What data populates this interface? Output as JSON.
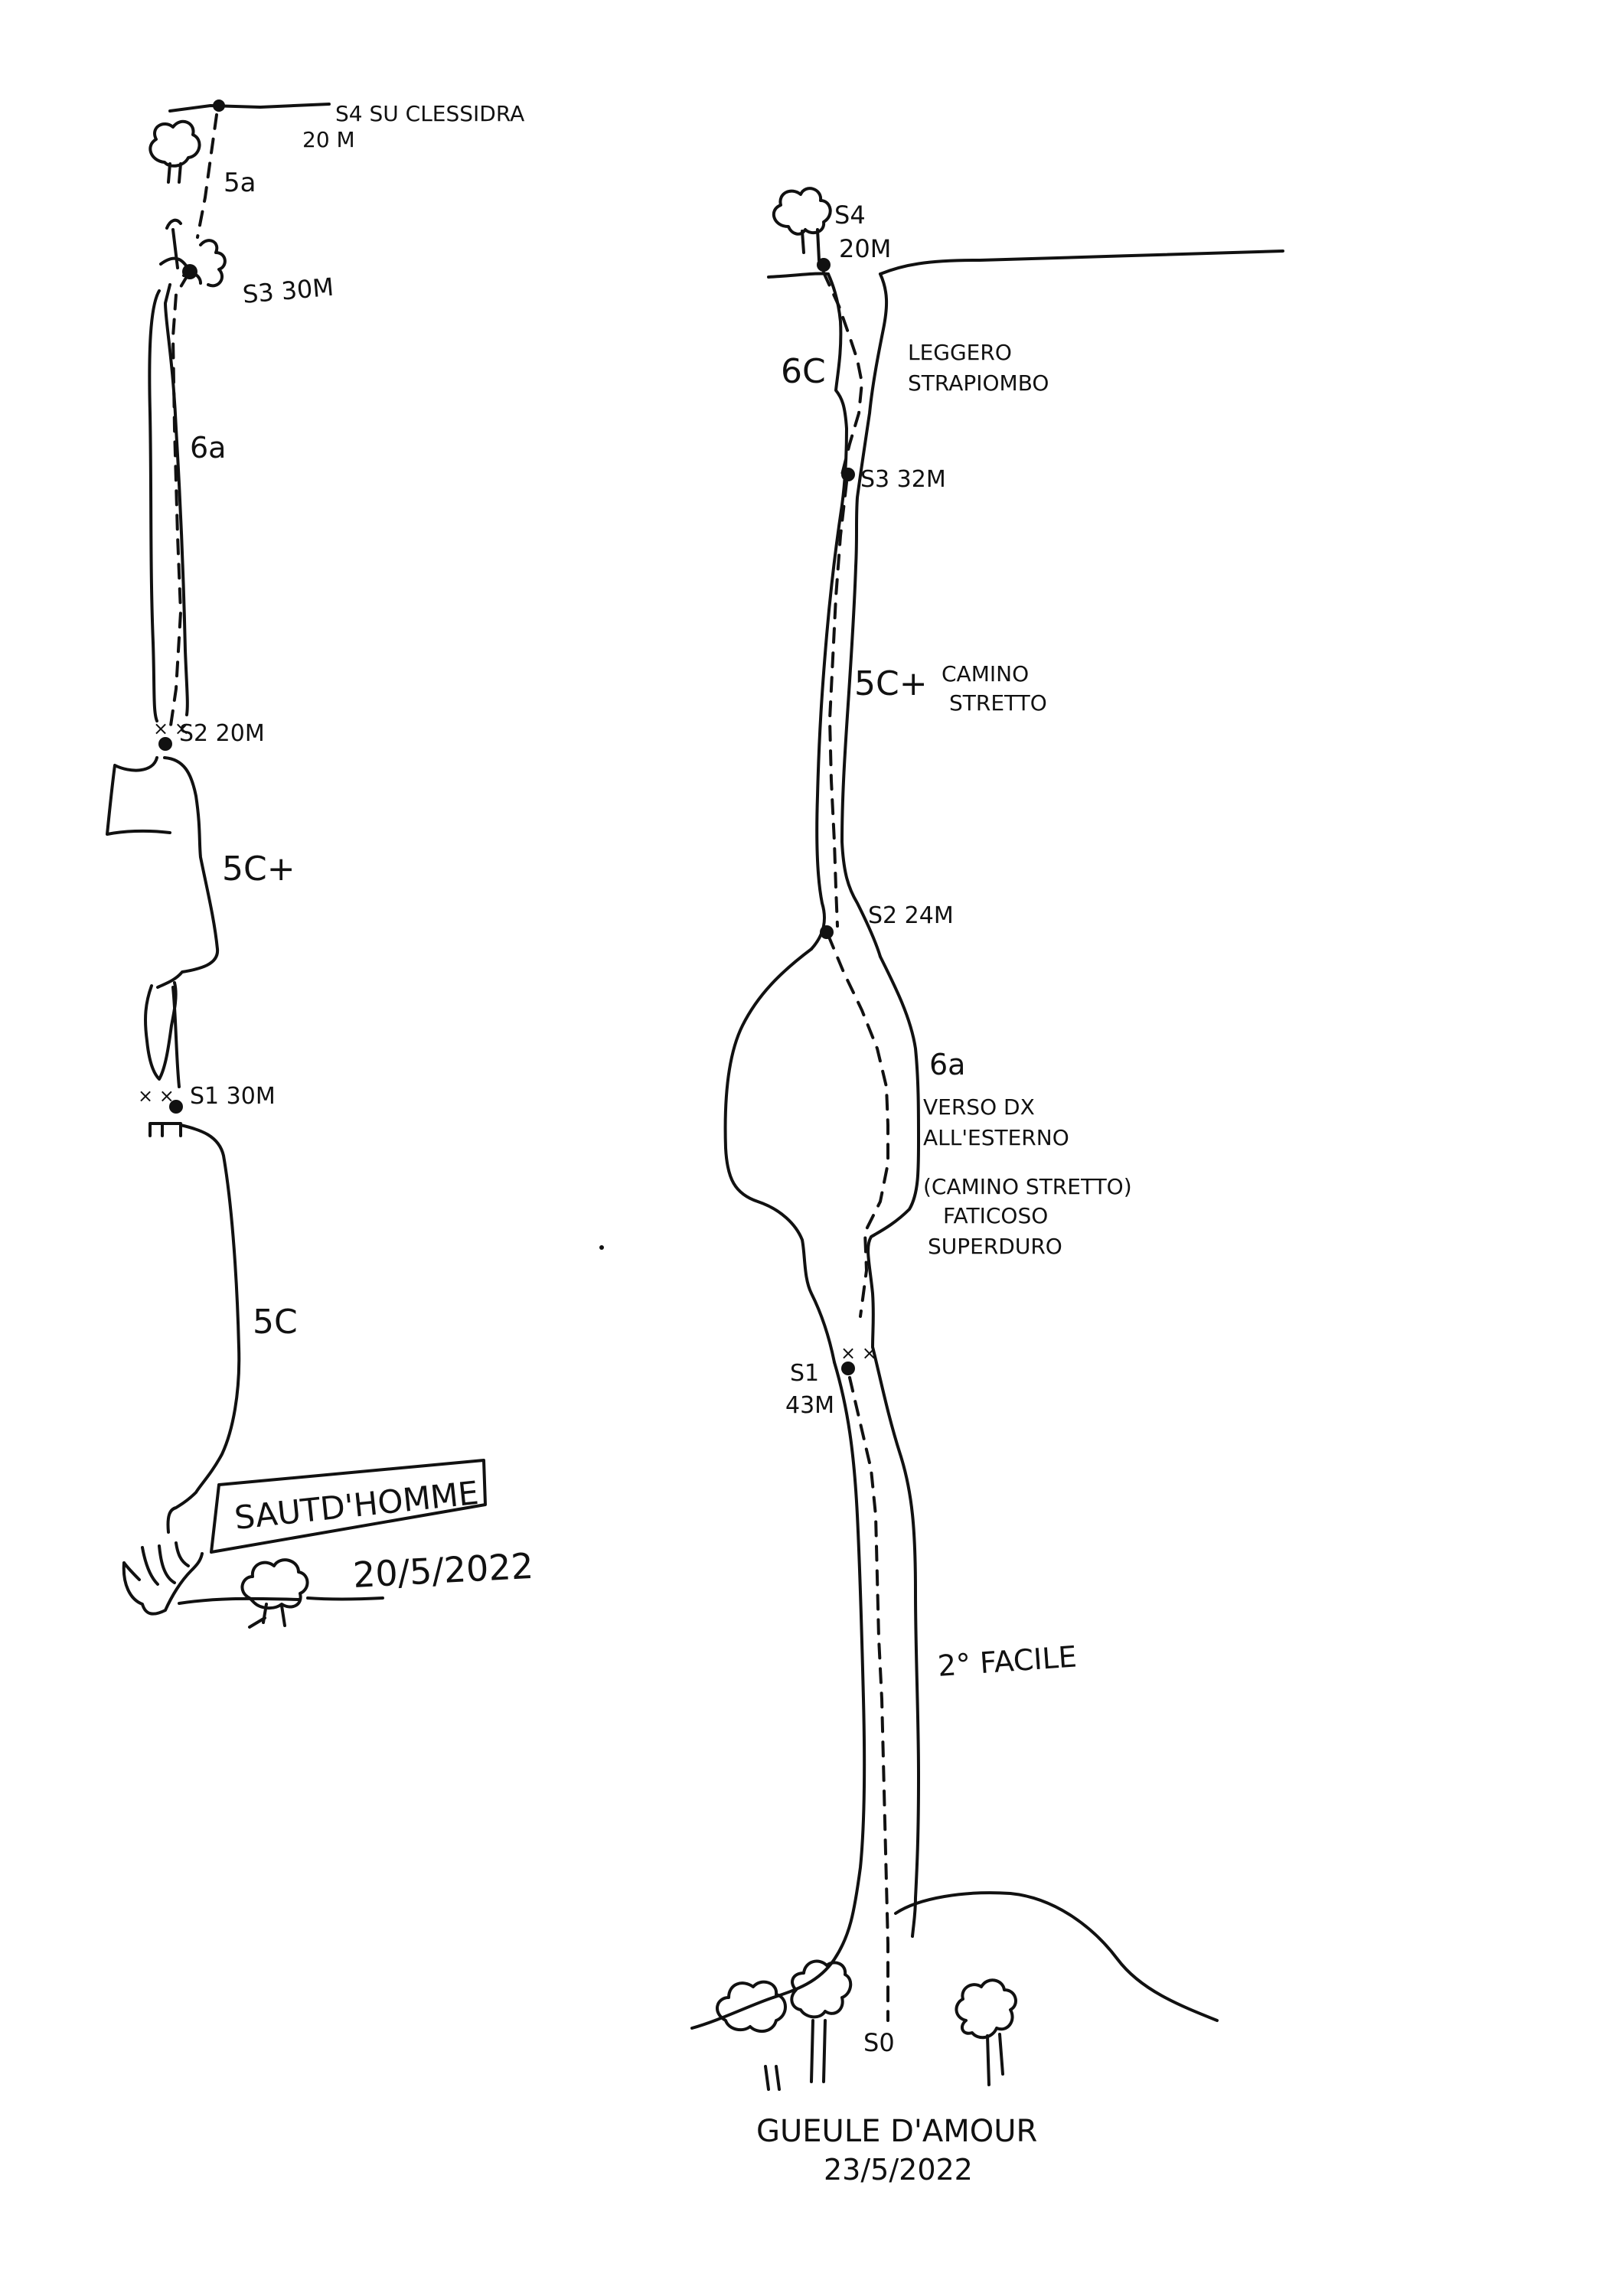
{
  "left_topo": {
    "top_anchor": "S4 SU CLESSIDRA",
    "top_length": "20 M",
    "pitch_top_grade": "5a",
    "s3": "S3 30M",
    "grade_3": "6a",
    "s2": "S2 20M",
    "grade_2": "5C+",
    "s1": "S1 30M",
    "grade_1": "5C",
    "route_name": "SAUTD'HOMME",
    "date": "20/5/2022"
  },
  "right_topo": {
    "s4": "S4",
    "s4_length": "20M",
    "grade_4": "6C",
    "note_4_line1": "LEGGERO",
    "note_4_line2": "STRAPIOMBO",
    "s3": "S3 32M",
    "grade_3": "5C+",
    "note_3_line1": "CAMINO",
    "note_3_line2": "STRETTO",
    "s2": "S2 24M",
    "grade_2": "6a",
    "note_2_line1": "VERSO DX",
    "note_2_line2": "ALL'ESTERNO",
    "note_2_line3": "(CAMINO STRETTO)",
    "note_2_line4": "FATICOSO",
    "note_2_line5": "SUPERDURO",
    "s1": "S1",
    "s1_length": "43M",
    "grade_1": "2° FACILE",
    "s0": "S0",
    "route_name": "GUEULE D'AMOUR",
    "date": "23/5/2022"
  }
}
